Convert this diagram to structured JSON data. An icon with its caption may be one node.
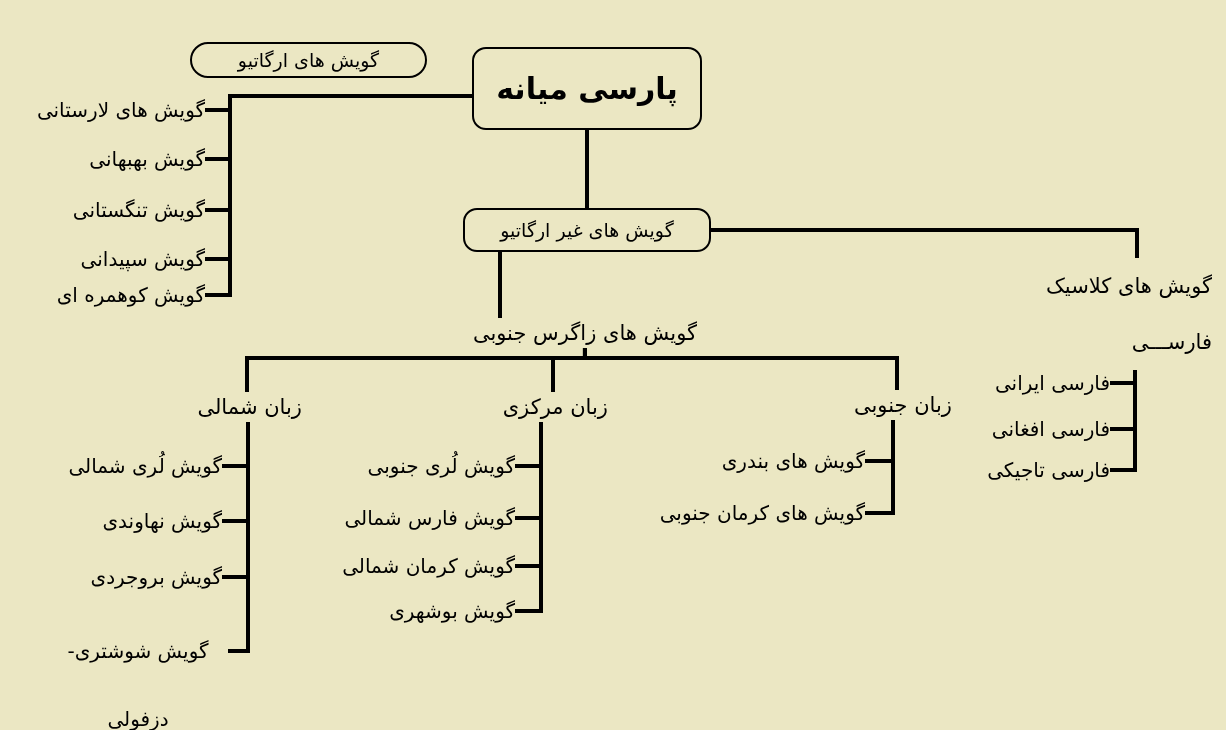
{
  "diagram": {
    "nodes": [
      {
        "text": [
          "پارسی میانه"
        ]
      },
      {
        "text": [
          "گویش های ارگاتیو"
        ]
      },
      {
        "text": [
          "گویش های لارستانی"
        ]
      },
      {
        "text": [
          "گویش بهبهانی"
        ]
      },
      {
        "text": [
          "گویش تنگستانی"
        ]
      },
      {
        "text": [
          "گویش سپیدانی"
        ]
      },
      {
        "text": [
          "گویش کوهمره ای"
        ]
      },
      {
        "text": [
          "گویش های غیر ارگاتیو"
        ]
      },
      {
        "text": [
          "گویش های زاگرس جنوبی"
        ]
      },
      {
        "text": [
          "گویش های کلاسیک فارســـی"
        ]
      },
      {
        "text": [
          "زبان شمالی"
        ]
      },
      {
        "text": [
          "زبان مرکزی"
        ]
      },
      {
        "text": [
          "زبان جنوبی"
        ]
      },
      {
        "text": [
          "گویش لُری شمالی"
        ]
      },
      {
        "text": [
          "گویش نهاوندی"
        ]
      },
      {
        "text": [
          "گویش بروجردی"
        ]
      },
      {
        "text": [
          "گویش شوشتری- دزفولی"
        ]
      },
      {
        "text": [
          "گویش لُری جنوبی"
        ]
      },
      {
        "text": [
          "گویش فارس شمالی"
        ]
      },
      {
        "text": [
          "گویش کرمان شمالی"
        ]
      },
      {
        "text": [
          "گویش بوشهری"
        ]
      },
      {
        "text": [
          "گویش های بندری"
        ]
      },
      {
        "text": [
          "گویش های کرمان جنوبی"
        ]
      },
      {
        "text": [
          "فارسی ایرانی"
        ]
      },
      {
        "text": [
          "فارسی افغانی"
        ]
      },
      {
        "text": [
          "فارسی تاجیکی"
        ]
      }
    ],
    "edges": [
      {
        "from": 0,
        "to": 2,
        "arrow": "none"
      },
      {
        "from": 0,
        "to": 3,
        "arrow": "none"
      },
      {
        "from": 0,
        "to": 4,
        "arrow": "none"
      },
      {
        "from": 0,
        "to": 5,
        "arrow": "none"
      },
      {
        "from": 0,
        "to": 6,
        "arrow": "none"
      },
      {
        "from": 0,
        "to": 7,
        "arrow": "none"
      },
      {
        "from": 7,
        "to": 8,
        "arrow": "none"
      },
      {
        "from": 7,
        "to": 9,
        "arrow": "none"
      },
      {
        "from": 8,
        "to": 10,
        "arrow": "none"
      },
      {
        "from": 8,
        "to": 11,
        "arrow": "none"
      },
      {
        "from": 8,
        "to": 12,
        "arrow": "none"
      },
      {
        "from": 10,
        "to": 13,
        "arrow": "none"
      },
      {
        "from": 10,
        "to": 14,
        "arrow": "none"
      },
      {
        "from": 10,
        "to": 15,
        "arrow": "none"
      },
      {
        "from": 10,
        "to": 16,
        "arrow": "none"
      },
      {
        "from": 11,
        "to": 17,
        "arrow": "none"
      },
      {
        "from": 11,
        "to": 18,
        "arrow": "none"
      },
      {
        "from": 11,
        "to": 19,
        "arrow": "none"
      },
      {
        "from": 11,
        "to": 20,
        "arrow": "none"
      },
      {
        "from": 12,
        "to": 21,
        "arrow": "none"
      },
      {
        "from": 12,
        "to": 22,
        "arrow": "none"
      },
      {
        "from": 9,
        "to": 23,
        "arrow": "none"
      },
      {
        "from": 9,
        "to": 24,
        "arrow": "none"
      },
      {
        "from": 9,
        "to": 25,
        "arrow": "none"
      }
    ]
  }
}
